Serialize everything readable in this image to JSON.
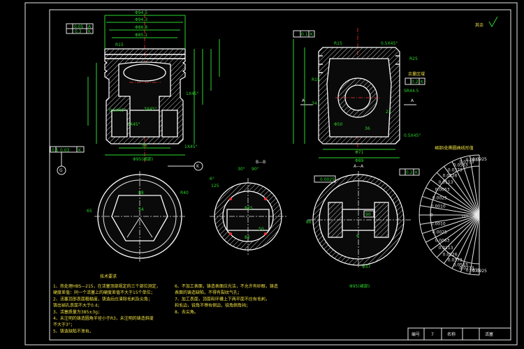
{
  "drawing": {
    "title_block": {
      "label_no": "编号",
      "no_value": "7",
      "label_name": "名称",
      "name_value": "活塞"
    },
    "corner_mark": "其余",
    "section_bb": "B—B",
    "section_aa": "A—A",
    "section_view_k": "K",
    "section_label_a": "A",
    "balance_label": "余量区域",
    "tolerance_title": "裙部I处椭圆曲线形值",
    "tech_title": "技术要求",
    "tech_left": [
      "1、热处理HBS—215，在活塞顶部规定的三个部位测定，",
      "   硬度差值：同一个活塞上的硬度差值不大于15个单位；",
      "2、活塞顶部表面粗糙度，铸造后应清除毛刺及尖角；",
      "   铸出销孔表面不大于0.4；",
      "3、活塞质量为385±3g；",
      "4、未注明的铸造圆角半径小于R3，未注明的铸造斜度",
      "   不大于3°；",
      "5、铸造缺陷不准有。"
    ],
    "tech_right": [
      "6、不加工表面，铸造表面应光洁，不允许有砂眼，铸造",
      "   表面的铸造缺陷，不得有裂纹气孔；",
      "7、加工表面，顶面和环槽上下两平面不应有毛刺，",
      "   和毛边，锐角不得有倒边，锐角倒角钝；",
      "8、去尖角。"
    ],
    "dims_main": [
      "Φ94.5",
      "Φ94.3",
      "Φ86.8",
      "Φ85.1",
      "R15",
      "Φ95(裙部)",
      "56",
      "1X45°",
      "0.5X45°",
      "3X45°",
      "1X45°",
      "1X45°"
    ],
    "dims_fcf_left": [
      "0.05",
      "A",
      "0.3",
      "K"
    ],
    "dims_fcf_left2": [
      "0.5",
      "0.03",
      "K"
    ],
    "dims_right_view": [
      "0.1",
      "K",
      "R15",
      "0.5X45°",
      "R25",
      "R15",
      "34",
      "Φ50",
      "36",
      "0.2",
      "K",
      "SR44.5",
      "23",
      "0.5X45°",
      "Φ71",
      "Φ89"
    ],
    "dims_bottom_left": [
      "R40",
      "88",
      "54",
      "65"
    ],
    "dims_bottom_mid": [
      "R25",
      "125",
      "50",
      "82",
      "30°",
      "90°",
      "6°"
    ],
    "dims_bottom_right": [
      "0.0025",
      "90",
      "6",
      "Φ37",
      "Φ95(裙部)",
      "0.2",
      "K",
      "86"
    ],
    "tolerance_values": [
      "0.0925",
      "0.0855",
      "0.0733",
      "0.0563",
      "0.0373",
      "0.0226",
      "0.0113",
      "0.0063",
      "0.0025",
      "0.0010",
      "0",
      "0.0010",
      "0.0025",
      "0.0063",
      "0.0113",
      "0.0226",
      "0.0373",
      "0.0563",
      "0.0733",
      "0.0855",
      "0.0925"
    ],
    "tolerance_center": "10°"
  }
}
